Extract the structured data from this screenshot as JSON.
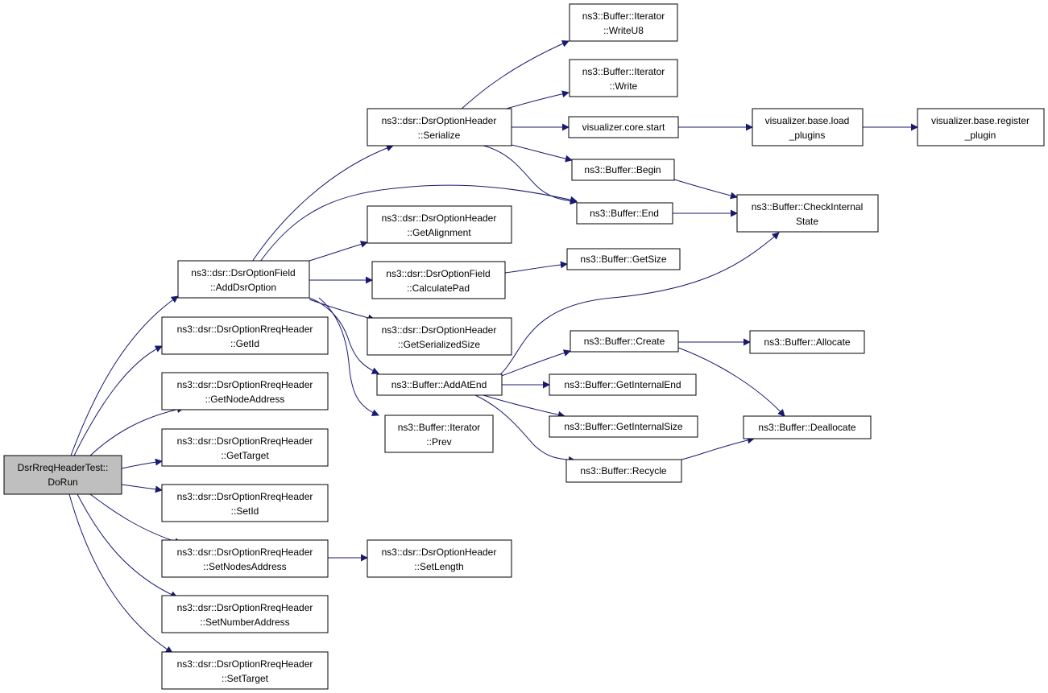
{
  "colors": {
    "edge": "#191970",
    "root_fill": "#bfbfbf",
    "node_fill": "#ffffff",
    "node_border": "#000000"
  },
  "nodes": {
    "root": [
      "DsrRreqHeaderTest::",
      "DoRun"
    ],
    "add_dsr_option": [
      "ns3::dsr::DsrOptionField",
      "::AddDsrOption"
    ],
    "get_id": [
      "ns3::dsr::DsrOptionRreqHeader",
      "::GetId"
    ],
    "get_node_address": [
      "ns3::dsr::DsrOptionRreqHeader",
      "::GetNodeAddress"
    ],
    "get_target": [
      "ns3::dsr::DsrOptionRreqHeader",
      "::GetTarget"
    ],
    "set_id": [
      "ns3::dsr::DsrOptionRreqHeader",
      "::SetId"
    ],
    "set_nodes_address": [
      "ns3::dsr::DsrOptionRreqHeader",
      "::SetNodesAddress"
    ],
    "set_number_address": [
      "ns3::dsr::DsrOptionRreqHeader",
      "::SetNumberAddress"
    ],
    "set_target": [
      "ns3::dsr::DsrOptionRreqHeader",
      "::SetTarget"
    ],
    "serialize": [
      "ns3::dsr::DsrOptionHeader",
      "::Serialize"
    ],
    "get_alignment": [
      "ns3::dsr::DsrOptionHeader",
      "::GetAlignment"
    ],
    "calculate_pad": [
      "ns3::dsr::DsrOptionField",
      "::CalculatePad"
    ],
    "get_serialized_size": [
      "ns3::dsr::DsrOptionHeader",
      "::GetSerializedSize"
    ],
    "add_at_end": [
      "ns3::Buffer::AddAtEnd"
    ],
    "iterator_prev": [
      "ns3::Buffer::Iterator",
      "::Prev"
    ],
    "set_length": [
      "ns3::dsr::DsrOptionHeader",
      "::SetLength"
    ],
    "write_u8": [
      "ns3::Buffer::Iterator",
      "::WriteU8"
    ],
    "write": [
      "ns3::Buffer::Iterator",
      "::Write"
    ],
    "core_start": [
      "visualizer.core.start"
    ],
    "buffer_begin": [
      "ns3::Buffer::Begin"
    ],
    "buffer_end": [
      "ns3::Buffer::End"
    ],
    "get_size": [
      "ns3::Buffer::GetSize"
    ],
    "create": [
      "ns3::Buffer::Create"
    ],
    "get_internal_end": [
      "ns3::Buffer::GetInternalEnd"
    ],
    "get_internal_size": [
      "ns3::Buffer::GetInternalSize"
    ],
    "recycle": [
      "ns3::Buffer::Recycle"
    ],
    "load_plugins": [
      "visualizer.base.load",
      "_plugins"
    ],
    "check_internal_state": [
      "ns3::Buffer::CheckInternal",
      "State"
    ],
    "allocate": [
      "ns3::Buffer::Allocate"
    ],
    "deallocate": [
      "ns3::Buffer::Deallocate"
    ],
    "register_plugin": [
      "visualizer.base.register",
      "_plugin"
    ]
  }
}
